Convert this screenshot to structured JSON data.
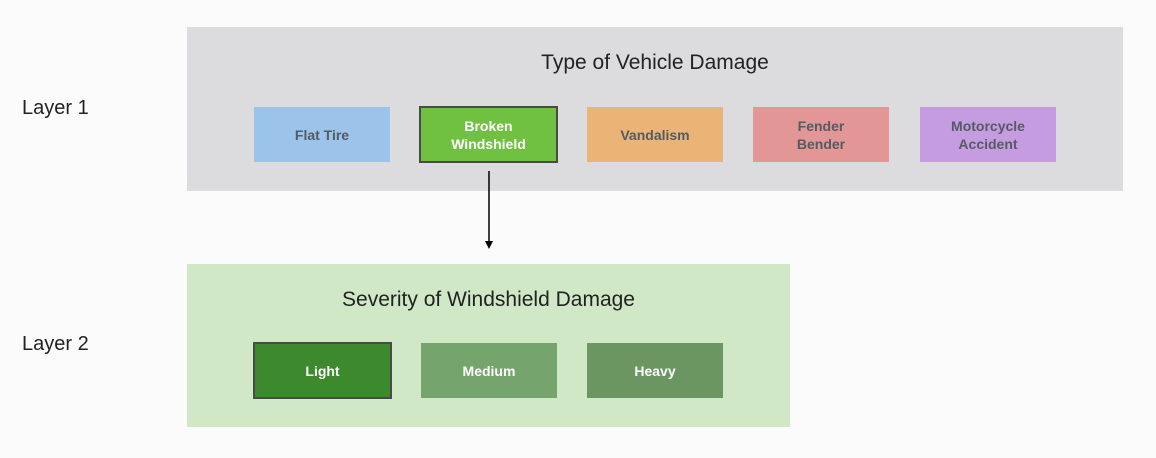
{
  "layers": {
    "layer1_label": "Layer 1",
    "layer2_label": "Layer 2"
  },
  "layer1": {
    "title": "Type of Vehicle Damage",
    "options": [
      {
        "label": "Flat Tire",
        "color": "#9cc3ea",
        "selected": false
      },
      {
        "label": "Broken\nWindshield",
        "color": "#70c142",
        "selected": true
      },
      {
        "label": "Vandalism",
        "color": "#ebb477",
        "selected": false
      },
      {
        "label": "Fender\nBender",
        "color": "#e29696",
        "selected": false
      },
      {
        "label": "Motorcycle\nAccident",
        "color": "#c59ce0",
        "selected": false
      }
    ]
  },
  "layer2": {
    "title": "Severity of Windshield Damage",
    "options": [
      {
        "label": "Light",
        "color": "#3c8a2d",
        "selected": true
      },
      {
        "label": "Medium",
        "color": "#75a56c",
        "selected": false
      },
      {
        "label": "Heavy",
        "color": "#6b9662",
        "selected": false
      }
    ]
  },
  "colors": {
    "layer1_panel": "#dcdcde",
    "layer2_panel": "#d0e8c6",
    "arrow": "#000000"
  }
}
